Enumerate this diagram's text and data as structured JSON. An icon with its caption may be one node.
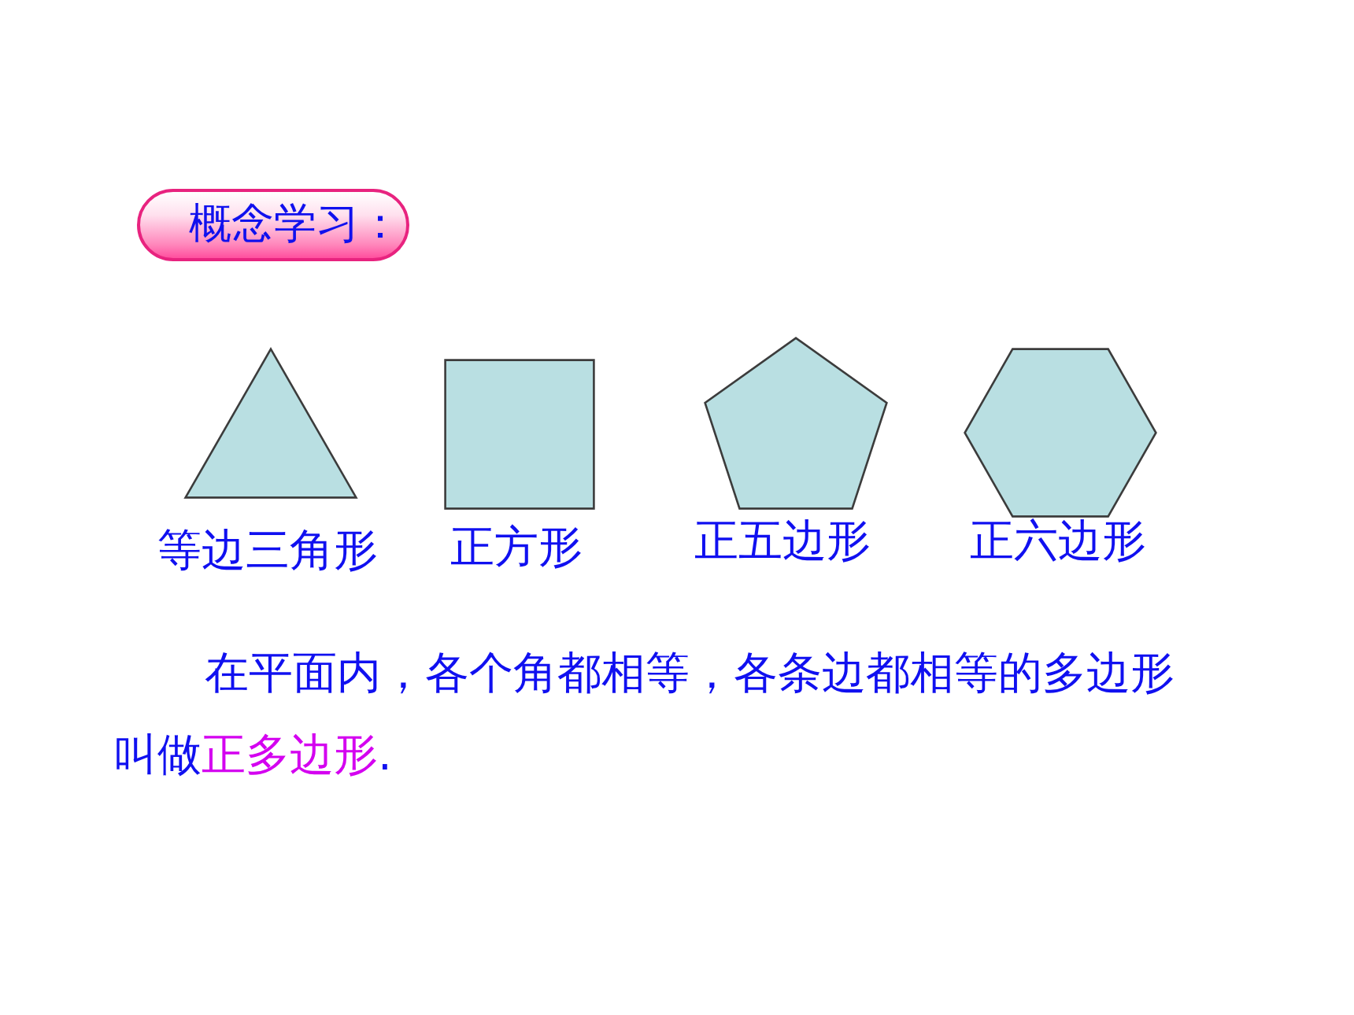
{
  "diagram": {
    "nodes": [
      {
        "text": [
          "概念学习："
        ]
      },
      {
        "text": [],
        "shape": "triangle",
        "beside": [
          "等边三角形"
        ]
      },
      {
        "text": [],
        "shape": "square",
        "beside": [
          "正方形"
        ]
      },
      {
        "text": [],
        "shape": "pentagon",
        "beside": [
          "正五边形"
        ]
      },
      {
        "text": [],
        "shape": "hexagon",
        "beside": [
          "正六边形"
        ]
      }
    ],
    "labels": [
      "在平面内，各个角都相等，各条边都相等的多边形叫做**正多边形**."
    ]
  }
}
